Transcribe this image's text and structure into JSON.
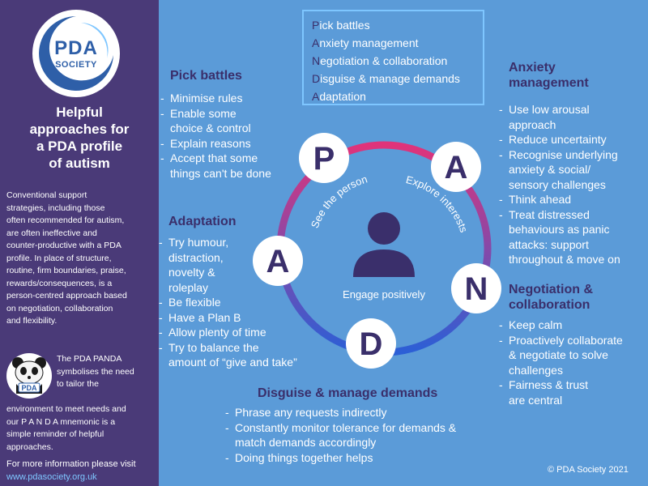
{
  "logo": {
    "primary": "PDA",
    "secondary": "SOCIETY"
  },
  "sidebar": {
    "title_lines": [
      "Helpful",
      "approaches for",
      "a PDA profile",
      "of autism"
    ],
    "body_lines": [
      "Conventional support",
      "strategies, including those",
      "often recommended for autism,",
      "are often ineffective and",
      "counter-productive with a PDA",
      "profile. In place of structure,",
      "routine, firm boundaries, praise,",
      "rewards/consequences, is a",
      "person-centred approach based",
      "on negotiation, collaboration",
      "and flexibility."
    ],
    "panda_logo_label": "PDA",
    "panda_lines_top": [
      "The PDA PANDA",
      "symbolises the need",
      "to tailor the"
    ],
    "panda_lines_rest": [
      "environment to meet needs and",
      "our P A N D A mnemonic is a",
      "simple reminder of helpful",
      "approaches."
    ],
    "more_info": "For more information please visit",
    "link": "www.pdasociety.org.uk"
  },
  "mnemonic": [
    {
      "letter": "P",
      "rest": "ick battles"
    },
    {
      "letter": "A",
      "rest": "nxiety management"
    },
    {
      "letter": "N",
      "rest": "egotiation & collaboration"
    },
    {
      "letter": "D",
      "rest": "isguise & manage demands"
    },
    {
      "letter": "A",
      "rest": "daptation"
    }
  ],
  "sections": {
    "pick_battles": {
      "heading": "Pick battles",
      "items": [
        [
          "Minimise rules"
        ],
        [
          "Enable some",
          "choice & control"
        ],
        [
          "Explain reasons"
        ],
        [
          "Accept that some",
          "things can't be done"
        ]
      ]
    },
    "anxiety": {
      "heading_lines": [
        "Anxiety",
        "management"
      ],
      "items": [
        [
          "Use low arousal",
          "approach"
        ],
        [
          "Reduce uncertainty"
        ],
        [
          "Recognise underlying",
          "anxiety & social/",
          "sensory challenges"
        ],
        [
          "Think ahead"
        ],
        [
          "Treat distressed",
          "behaviours as panic",
          "attacks: support",
          "throughout & move on"
        ]
      ]
    },
    "adaptation": {
      "heading": "Adaptation",
      "items": [
        [
          "Try humour,",
          "distraction,",
          "novelty &",
          "roleplay"
        ],
        [
          "Be flexible"
        ],
        [
          "Have a Plan B"
        ],
        [
          "Allow plenty of time"
        ],
        [
          "Try to balance the",
          "amount of “give and take”"
        ]
      ]
    },
    "negotiation": {
      "heading_lines": [
        "Negotiation &",
        "collaboration"
      ],
      "items": [
        [
          "Keep calm"
        ],
        [
          "Proactively collaborate",
          "& negotiate to solve",
          "challenges"
        ],
        [
          "Fairness & trust",
          "are central"
        ]
      ]
    },
    "disguise": {
      "heading": "Disguise & manage demands",
      "items": [
        [
          "Phrase any requests indirectly"
        ],
        [
          "Constantly monitor tolerance for demands &",
          "match demands accordingly"
        ],
        [
          "Doing things together helps"
        ]
      ]
    }
  },
  "diagram": {
    "letters": [
      "P",
      "A",
      "N",
      "D",
      "A"
    ],
    "see_the_person": "See the person",
    "explore_interests": "Explore interests",
    "engage_positively": "Engage positively",
    "person_icon": "person-icon",
    "ring_colors": [
      "#e0337a",
      "#2b5fd6"
    ]
  },
  "copyright": "© PDA Society 2021",
  "colors": {
    "background": "#5b9bd8",
    "sidebar": "#4a3a78",
    "heading": "#3a2f6b",
    "mnemonic_border": "#7ec6ff",
    "link": "#7ec6ff"
  }
}
